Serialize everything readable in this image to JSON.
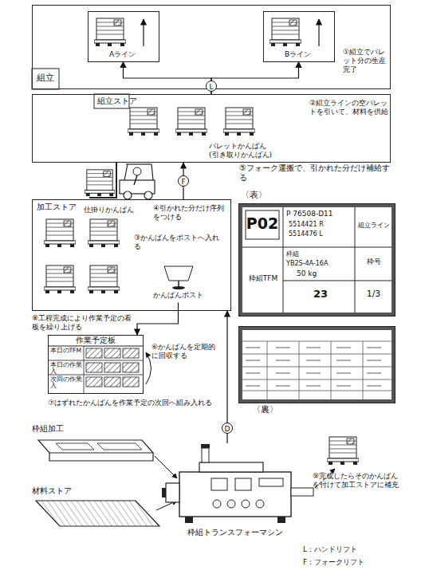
{
  "diagram": {
    "nodes": [
      {
        "text": [
          "組立"
        ]
      },
      {
        "text": [
          "Aライン"
        ],
        "in": 0
      },
      {
        "text": [
          "Bライン"
        ],
        "in": 0
      },
      {
        "text": [
          "組立ストア"
        ]
      },
      {
        "text": [
          "加工ストア"
        ]
      },
      {
        "text": [
          "かんばんポスト"
        ],
        "in": 4
      },
      {
        "text": [
          "作業予定板",
          "本日のTFM",
          "本日の作業入",
          "次回の作業入"
        ]
      },
      {
        "text": [
          "枠組トランスフォーマシン"
        ]
      },
      {
        "text": [
          "〈表〉",
          "P02",
          "P 76508-D11",
          "5514421 R",
          "5514476 L",
          "組立ライン",
          "枠組TFM",
          "枠組",
          "YB2S-4A-16A",
          "50 kg",
          "枠号",
          "23",
          "1/3"
        ]
      },
      {
        "text": [
          "〈裏〉"
        ]
      }
    ],
    "edges": [
      {
        "from": 3,
        "to": 1,
        "label": "L",
        "arrow": "to"
      },
      {
        "from": 3,
        "to": 2,
        "arrow": "to"
      },
      {
        "from": 4,
        "to": 3,
        "label": "F",
        "arrow": "to"
      },
      {
        "from": 7,
        "to": 4,
        "label": "D",
        "arrow": "to"
      },
      {
        "from": 5,
        "to": 6,
        "arrow": "to"
      }
    ],
    "labels": [
      "①組立でパレット分の生産完了",
      "②組立ラインの空パレットを引いて、材料を供給",
      "パレットかんばん",
      "(引き取りかんばん)",
      "⑤フォーク運搬で、引かれた分だけ補給する",
      "④引かれた分だけ序列をつける",
      "仕掛りかんばん",
      "③かんばんをポストへ入れる",
      "⑧工程完成により作業予定の看板を繰り上げる",
      "⑥かんばんを定期的に回収する",
      "⑦はずれたかんばんを作業予定の次回へ組み入れる",
      "枠組加工",
      "材料ストア",
      "⑨完成したらそのかんばんを付けて加工ストアに補充"
    ],
    "legend": [
      {
        "text": "L：ハンドリフト"
      },
      {
        "text": "F：フォークリフト"
      }
    ]
  }
}
